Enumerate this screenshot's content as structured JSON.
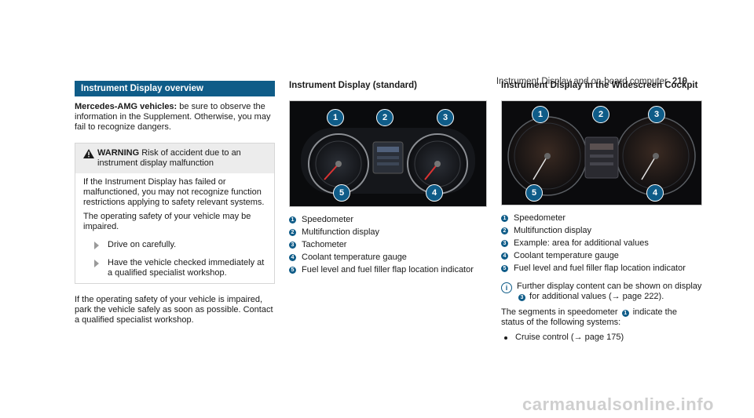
{
  "header": {
    "title": "Instrument Display and on-board computer",
    "page": "219"
  },
  "left": {
    "section_title": "Instrument Display overview",
    "intro_bold": "Mercedes-AMG vehicles:",
    "intro_text": " be sure to observe the information in the Supplement. Otherwise, you may fail to recognize dangers.",
    "warning": {
      "label": "WARNING",
      "headline": " Risk of accident due to an instrument display malfunction",
      "para1": "If the Instrument Display has failed or malfunctioned, you may not recognize function restrictions applying to safety relevant systems.",
      "para2": "The operating safety of your vehicle may be impaired.",
      "step1": "Drive on carefully.",
      "step2": "Have the vehicle checked immediately at a qualified specialist workshop."
    },
    "closing": "If the operating safety of your vehicle is impaired, park the vehicle safely as soon as possible. Contact a qualified specialist workshop."
  },
  "middle": {
    "figure_title": "Instrument Display (standard)",
    "callouts": [
      "1",
      "2",
      "3",
      "4",
      "5"
    ],
    "legend": [
      {
        "n": "1",
        "text": "Speedometer"
      },
      {
        "n": "2",
        "text": "Multifunction display"
      },
      {
        "n": "3",
        "text": "Tachometer"
      },
      {
        "n": "4",
        "text": "Coolant temperature gauge"
      },
      {
        "n": "5",
        "text": "Fuel level and fuel filler flap location indicator"
      }
    ]
  },
  "right": {
    "figure_title": "Instrument Display in the Widescreen Cockpit",
    "callouts": [
      "1",
      "2",
      "3",
      "4",
      "5"
    ],
    "legend": [
      {
        "n": "1",
        "text": "Speedometer"
      },
      {
        "n": "2",
        "text": "Multifunction display"
      },
      {
        "n": "3",
        "text": "Example: area for additional values"
      },
      {
        "n": "4",
        "text": "Coolant temperature gauge"
      },
      {
        "n": "5",
        "text": "Fuel level and fuel filler flap location indicator"
      }
    ],
    "note_pre": "Further display content can be shown on display ",
    "note_ref": "3",
    "note_post": " for additional values (→ page 222).",
    "segments_pre": "The segments in speedometer ",
    "segments_ref": "1",
    "segments_post": " indicate the status of the following systems:",
    "bullet1": "Cruise control (→ page 175)"
  },
  "watermark": "carmanualsonline.info"
}
